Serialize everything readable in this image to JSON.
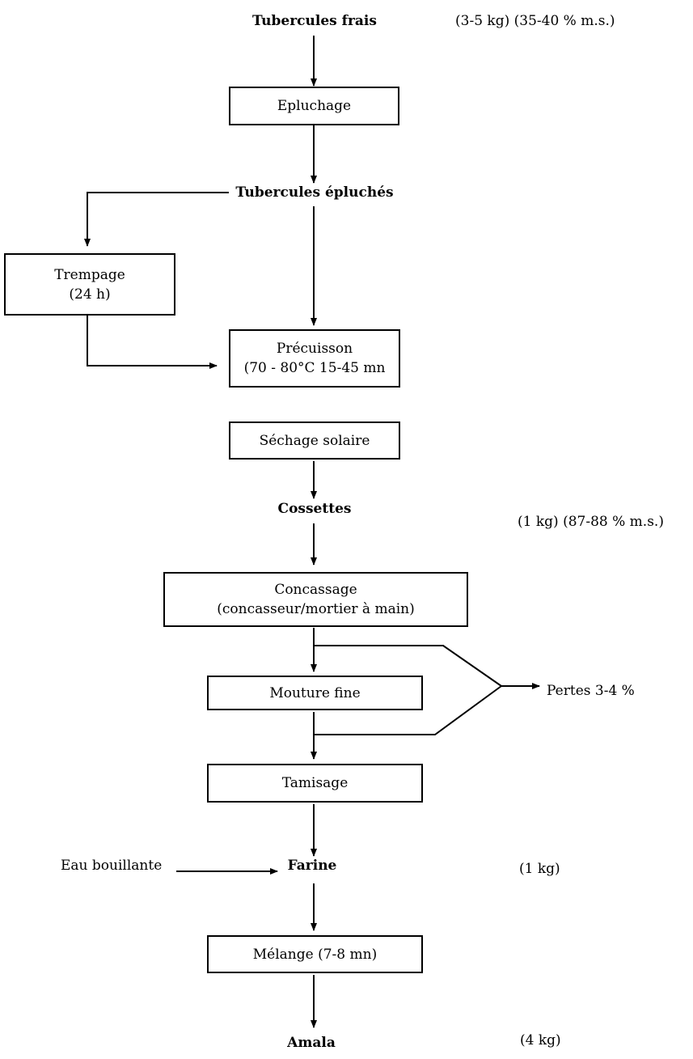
{
  "nodes": {
    "tubercules_frais": "Tubercules frais",
    "epluchage": "Epluchage",
    "tubercules_epluches": "Tubercules épluchés",
    "trempage": "Trempage",
    "trempage_time": "(24 h)",
    "precuisson": "Précuisson",
    "precuisson_cond": "(70 - 80°C 15-45 mn",
    "sechage": "Séchage solaire",
    "cossettes": "Cossettes",
    "concassage": "Concassage",
    "concassage_tools": "(concasseur/mortier à main)",
    "mouture": "Mouture fine",
    "pertes": "Pertes 3-4 %",
    "tamisage": "Tamisage",
    "eau": "Eau bouillante",
    "farine": "Farine",
    "melange": "Mélange (7-8 mn)",
    "amala": "Amala"
  },
  "annotations": {
    "tubercules_frais": "(3-5 kg)  (35-40 % m.s.)",
    "cossettes": "(1 kg)  (87-88 % m.s.)",
    "farine": "(1 kg)",
    "amala": "(4 kg)"
  }
}
